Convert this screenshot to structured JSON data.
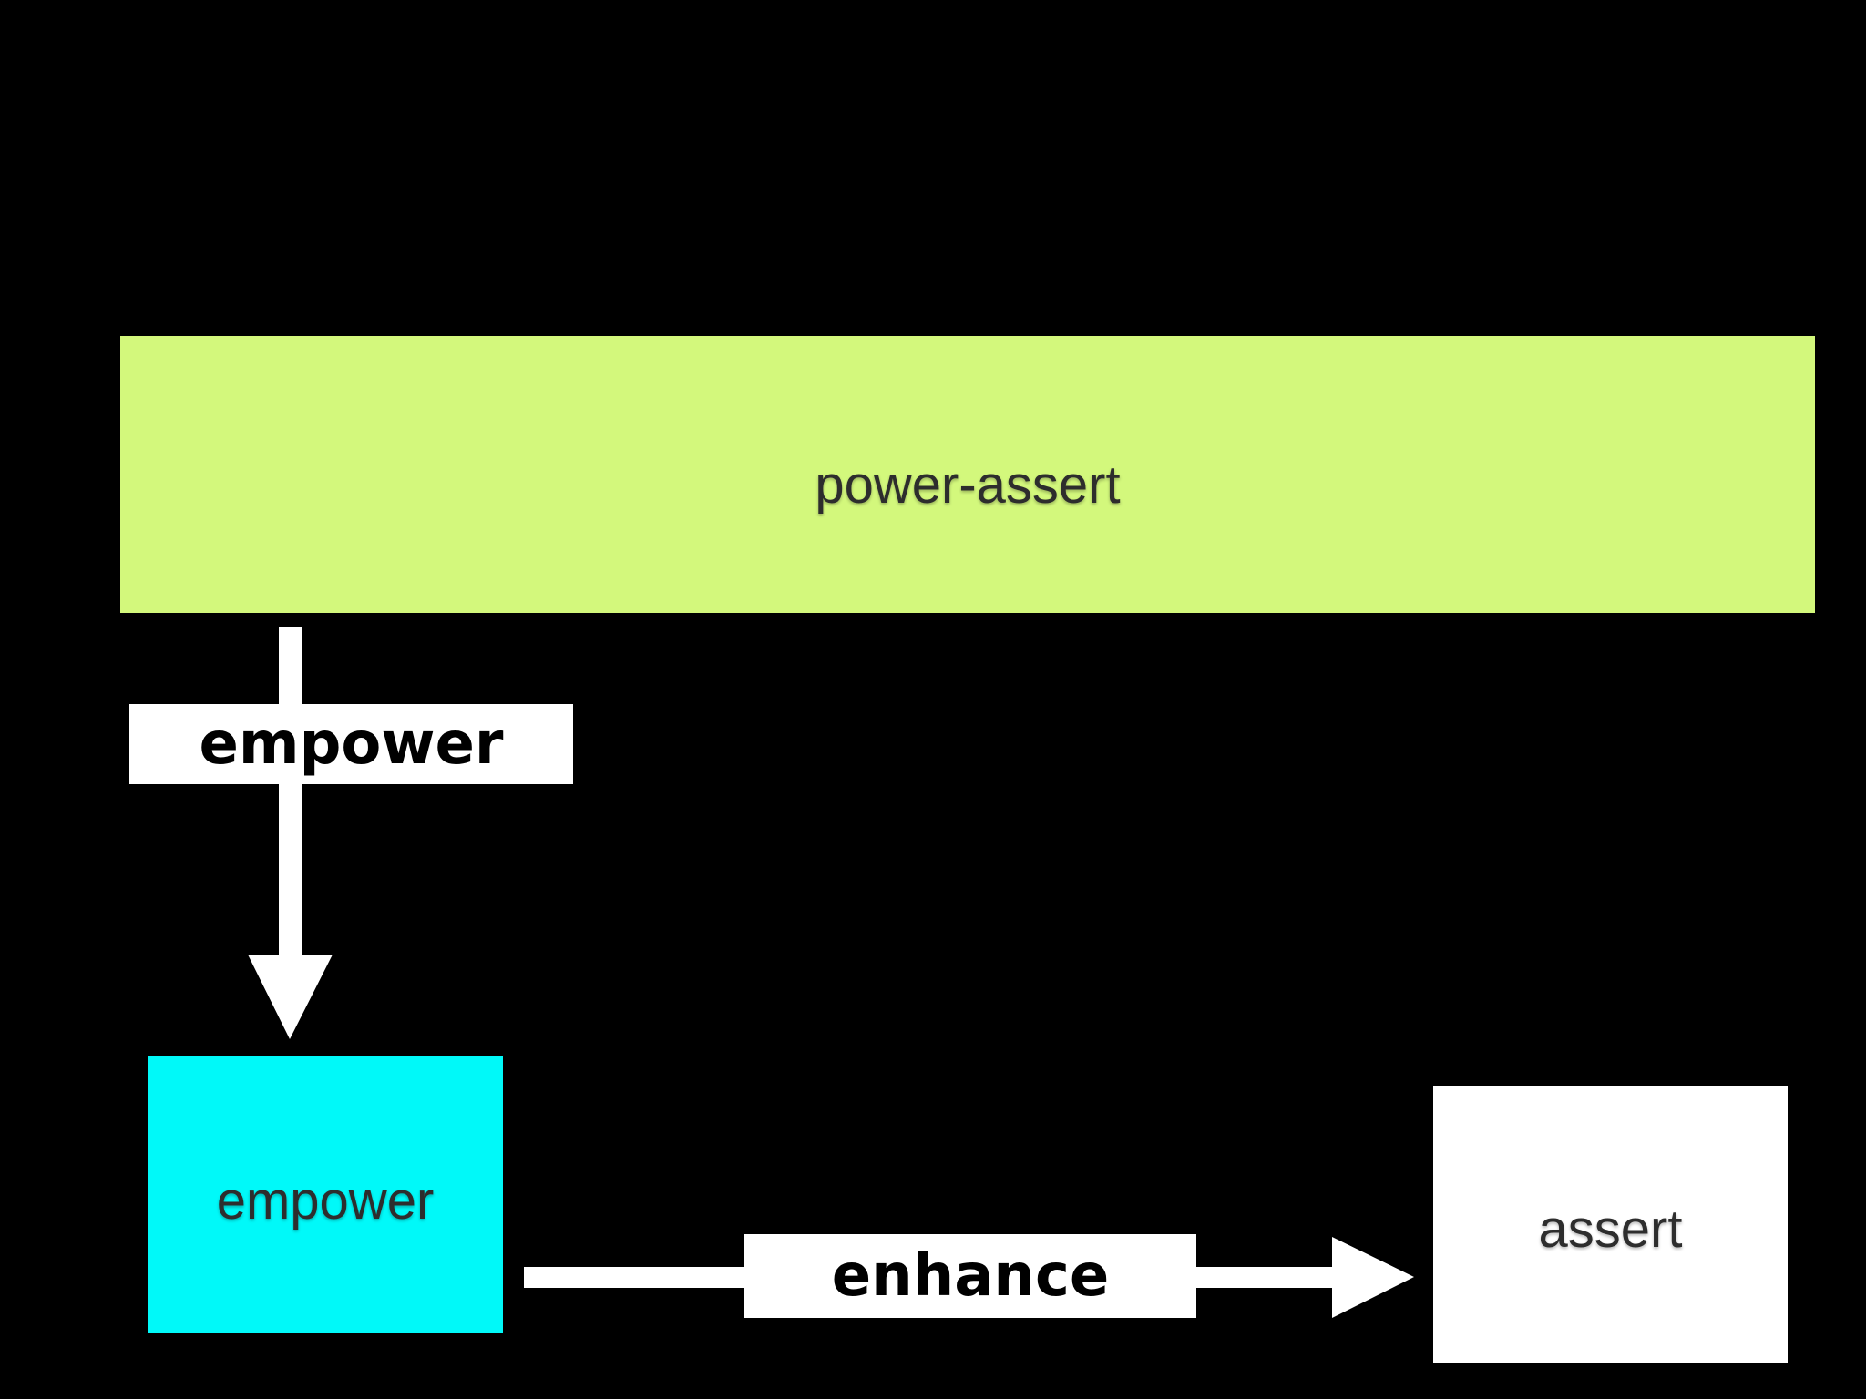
{
  "diagram": {
    "background_color": "#000000",
    "nodes": {
      "power_assert": {
        "label": "power-assert",
        "fill_color": "#d3f87c",
        "text_color": "#2d2d2d"
      },
      "empower": {
        "label": "empower",
        "fill_color": "#00f9f9",
        "text_color": "#2d2d2d"
      },
      "assert": {
        "label": "assert",
        "fill_color": "#ffffff",
        "text_color": "#2d2d2d"
      }
    },
    "edges": {
      "empower_edge": {
        "label": "empower",
        "direction": "down",
        "from": "power-assert",
        "to": "empower",
        "arrow_color": "#ffffff",
        "label_background": "#ffffff",
        "label_text_color": "#000000"
      },
      "enhance_edge": {
        "label": "enhance",
        "direction": "right",
        "from": "empower",
        "to": "assert",
        "arrow_color": "#ffffff",
        "label_background": "#ffffff",
        "label_text_color": "#000000"
      }
    }
  }
}
